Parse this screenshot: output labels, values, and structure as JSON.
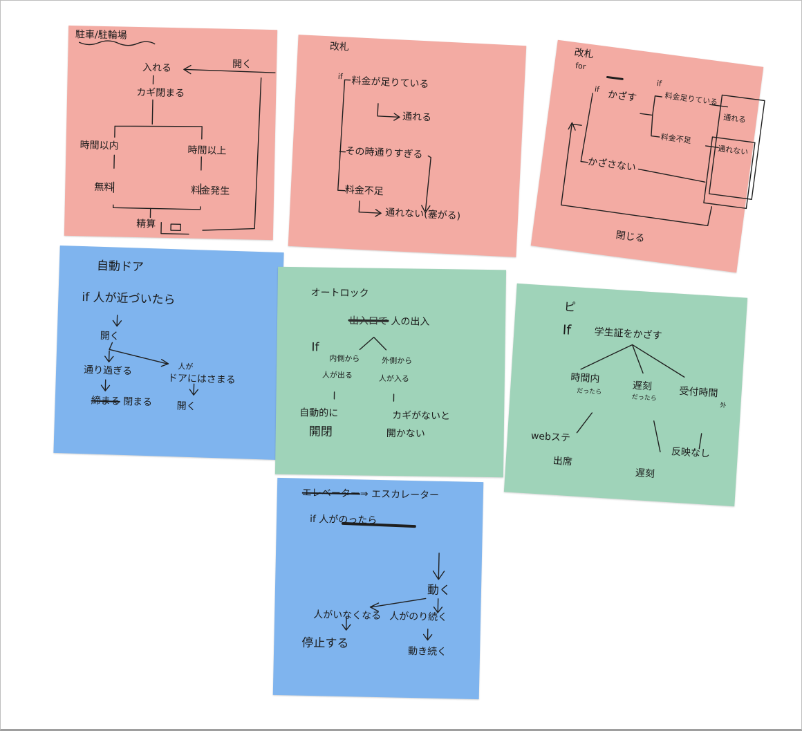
{
  "notes": {
    "parking": {
      "color": "#f3aba3",
      "title": "駐車/駐輪場",
      "enter": "入れる",
      "open": "開く",
      "lock": "カギ閉まる",
      "within": "時間以内",
      "over": "時間以上",
      "free": "無料",
      "fee": "料金発生",
      "pay": "精算"
    },
    "ticket_gate": {
      "color": "#f3aba3",
      "title": "改札",
      "if": "if",
      "enough": "料金が足りている",
      "pass": "通れる",
      "rush": "その時通りすぎる",
      "short": "料金不足",
      "blocked": "通れない(塞がる)"
    },
    "ticket_gate_2": {
      "color": "#f3aba3",
      "title": "改札",
      "subtitle": "for",
      "if1": "if",
      "touch": "かざす",
      "if2": "if",
      "enough": "料金足りている",
      "pass": "通れる",
      "short": "料金不足",
      "blocked": "通れない",
      "no_touch": "かざさない",
      "close": "閉じる"
    },
    "auto_door": {
      "color": "#7fb4ee",
      "title": "自動ドア",
      "condition": "if 人が近づいたら",
      "open": "開く",
      "through": "通り過ぎる",
      "caught": "人が",
      "caught2": "ドアにはさまる",
      "close": "閉まる",
      "reopen": "開く"
    },
    "auto_lock": {
      "color": "#9fd3b9",
      "title": "オートロック",
      "entry": "人の出入",
      "if": "If",
      "inside_a": "内側から",
      "inside_b": "人が出る",
      "outside_a": "外側から",
      "outside_b": "人が入る",
      "auto_a": "自動的に",
      "auto_b": "開閉",
      "nokey_a": "カギがないと",
      "nokey_b": "開かない"
    },
    "student_id": {
      "color": "#9fd3b9",
      "title": "ピ",
      "if": "If",
      "condition": "学生証をかざす",
      "in_time": "時間内",
      "in_time_sub": "だったら",
      "late": "遅刻",
      "late_sub": "だったら",
      "after": "受付時間",
      "after_sub": "外",
      "web": "webステ",
      "present": "出席",
      "late_result": "遅刻",
      "no_effect": "反映なし"
    },
    "escalator": {
      "color": "#7fb4ee",
      "title_struck": "エレベーター",
      "title": "エスカレーター",
      "condition": "if 人がのったら",
      "move": "動く",
      "gone": "人がいなくなる",
      "keep": "人がのり続く",
      "stop": "停止する",
      "continue": "動き続く"
    }
  }
}
